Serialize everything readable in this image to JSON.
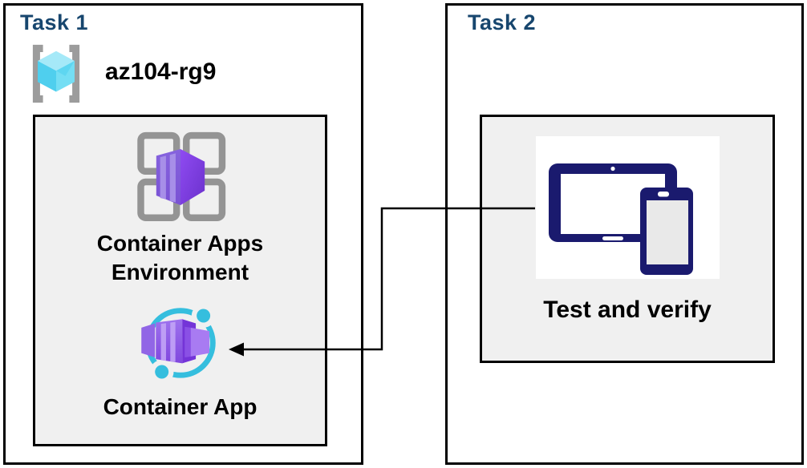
{
  "task1": {
    "title": "Task 1",
    "resource_group": {
      "name": "az104-rg9"
    },
    "environment": {
      "label": "Container Apps Environment"
    },
    "app": {
      "label": "Container App"
    }
  },
  "task2": {
    "title": "Task 2",
    "verify": {
      "label": "Test and verify"
    }
  },
  "connector": {
    "type": "elbow-arrow",
    "from": "test-and-verify-devices",
    "to": "container-app-icon"
  },
  "colors": {
    "title_blue": "#17466E",
    "panel_border": "#000000",
    "group_fill": "#F0F0F0",
    "bracket_gray": "#9C9C9C",
    "grid_gray": "#949494",
    "cube_cyan_top": "#A5E9F8",
    "cube_cyan_left": "#4FCFEE",
    "cube_cyan_right": "#74DEF4",
    "purple_front": "#7E58D8",
    "purple_side": "#8845EE",
    "ring_cyan": "#35BEDE",
    "device_navy": "#1A1A6E",
    "phone_screen_gray": "#E9E9E9",
    "arrow_black": "#000000"
  }
}
